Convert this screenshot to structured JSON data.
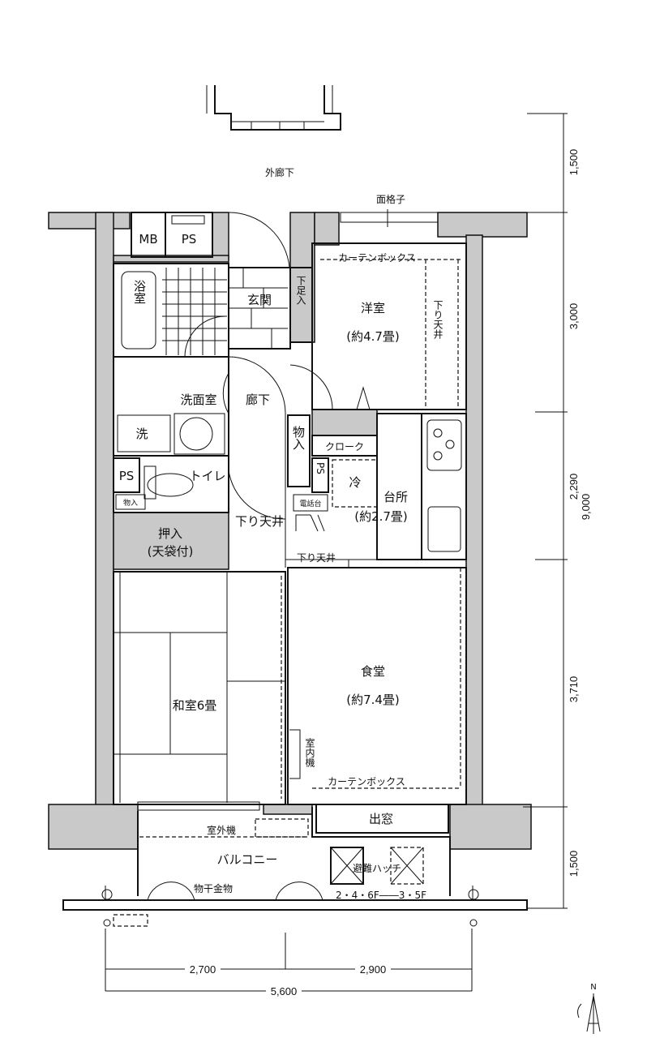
{
  "plan": {
    "outer_corridor": "外廊下",
    "window_grille": "面格子",
    "rooms": {
      "mb": "MB",
      "ps_top": "PS",
      "bath": "浴室",
      "entrance": "玄関",
      "shoe_closet": "下足入",
      "western_room": "洋室",
      "western_room_size": "(約4.7畳)",
      "curtain_box_top": "カーテンボックス",
      "lowered_ceiling_right": "下り天井",
      "washroom": "洗面室",
      "washer": "洗",
      "hallway": "廊下",
      "ps_left": "PS",
      "small_storage": "物入",
      "toilet": "トイレ",
      "storage": "物入",
      "cloak": "クローク",
      "ps_mid": "PS",
      "fridge": "冷",
      "phone_stand": "電話台",
      "kitchen": "台所",
      "kitchen_size": "(約2.7畳)",
      "lowered_ceiling_hall": "下り天井",
      "lowered_ceiling_kitchen": "下り天井",
      "closet": "押入",
      "closet_note": "(天袋付)",
      "japanese_room": "和室6畳",
      "dining": "食堂",
      "dining_size": "(約7.4畳)",
      "indoor_unit": "室内機",
      "curtain_box_bottom": "カーテンボックス",
      "bay_window": "出窓",
      "outdoor_unit": "室外機",
      "balcony": "バルコニー",
      "drying_hardware": "物干金物",
      "escape_hatch": "避難ハッチ",
      "hatch_floors": "2・4・6F――3・5F"
    },
    "dimensions": {
      "right": [
        "1,500",
        "3,000",
        "2,290",
        "3,710",
        "1,500"
      ],
      "total_vertical": "9,000",
      "bottom": [
        "2,700",
        "2,900"
      ],
      "total_horizontal": "5,600"
    },
    "north_label": "N"
  }
}
